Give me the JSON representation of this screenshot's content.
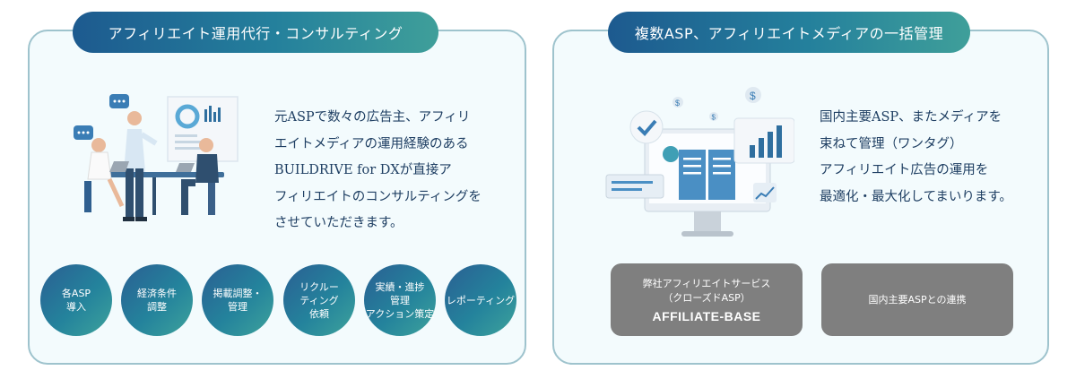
{
  "left": {
    "title": "アフィリエイト運用代行・コンサルティング",
    "description": [
      "元ASPで数々の広告主、アフィリ",
      "エイトメディアの運用経験のある",
      "BUILDRIVE for DXが直接ア",
      "フィリエイトのコンサルティングを",
      "させていただきます。"
    ],
    "services": [
      {
        "lines": [
          "各ASP",
          "導入"
        ]
      },
      {
        "lines": [
          "経済条件",
          "調整"
        ]
      },
      {
        "lines": [
          "掲載調整・",
          "管理"
        ]
      },
      {
        "lines": [
          "リクルー",
          "ティング",
          "依頼"
        ]
      },
      {
        "lines": [
          "実績・進捗",
          "管理",
          "アクション策定"
        ]
      },
      {
        "lines": [
          "レポーティング"
        ]
      }
    ]
  },
  "right": {
    "title": "複数ASP、アフィリエイトメディアの一括管理",
    "description": [
      "国内主要ASP、またメディアを",
      "束ねて管理（ワンタグ）",
      "アフィリエイト広告の運用を",
      "最適化・最大化してまいります。"
    ],
    "box1": {
      "line1": "弊社アフィリエイトサービス",
      "line2": "（クローズドASP）",
      "brand": "AFFILIATE-BASE"
    },
    "box2": {
      "label": "国内主要ASPとの連携"
    }
  },
  "colors": {
    "panel_border": "#9ec3cd",
    "panel_bg": "#f3fbfd",
    "gradient_start": "#1d5a8f",
    "gradient_end": "#3f9f9a",
    "text": "#1f3f63",
    "gray_box": "#7f7f7f"
  }
}
